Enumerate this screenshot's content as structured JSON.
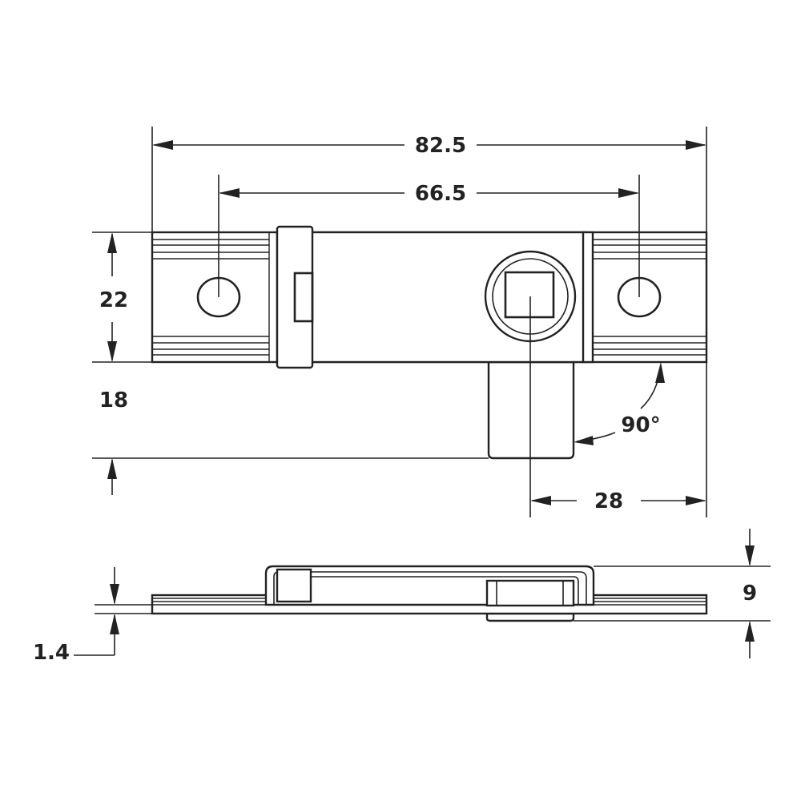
{
  "drawing": {
    "colors": {
      "line": "#222222",
      "background": "#ffffff"
    },
    "top_view": {
      "dimensions": {
        "overall_length": "82.5",
        "hole_spacing": "66.5",
        "width": "22",
        "tongue_projection": "18",
        "hub_to_end": "28",
        "angle": "90°"
      }
    },
    "side_view": {
      "dimensions": {
        "height": "9",
        "plate_thickness": "1.4"
      }
    }
  }
}
